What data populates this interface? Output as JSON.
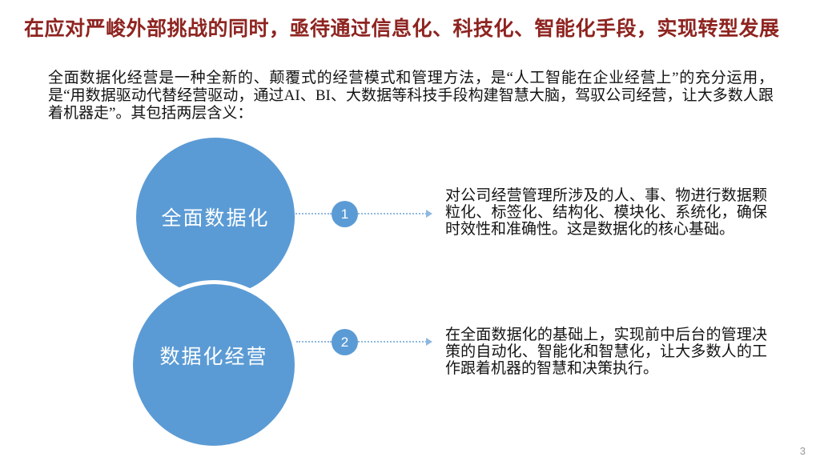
{
  "slide": {
    "title": "在应对严峻外部挑战的同时，亟待通过信息化、科技化、智能化手段，实现转型发展",
    "intro": "全面数据化经营是一种全新的、颠覆式的经营模式和管理方法，是“人工智能在企业经营上”的充分运用，是“用数据驱动代替经营驱动，通过AI、BI、大数据等科技手段构建智慧大脑，驾驭公司经营，让大多数人跟着机器走”。其包括两层含义：",
    "page_number": "3"
  },
  "diagram": {
    "items": [
      {
        "circle_label": "全面数据化",
        "number": "1",
        "description": "对公司经营管理所涉及的人、事、物进行数据颗粒化、标签化、结构化、模块化、系统化，确保时效性和准确性。这是数据化的核心基础。"
      },
      {
        "circle_label": "数据化经营",
        "number": "2",
        "description": "在全面数据化的基础上，实现前中后台的管理决策的自动化、智能化和智慧化，让大多数人的工作跟着机器的智慧和决策执行。"
      }
    ]
  },
  "colors": {
    "title_red": "#8E2420",
    "accent_blue": "#5B9BD5",
    "connector_blue": "#8FB8E0"
  }
}
